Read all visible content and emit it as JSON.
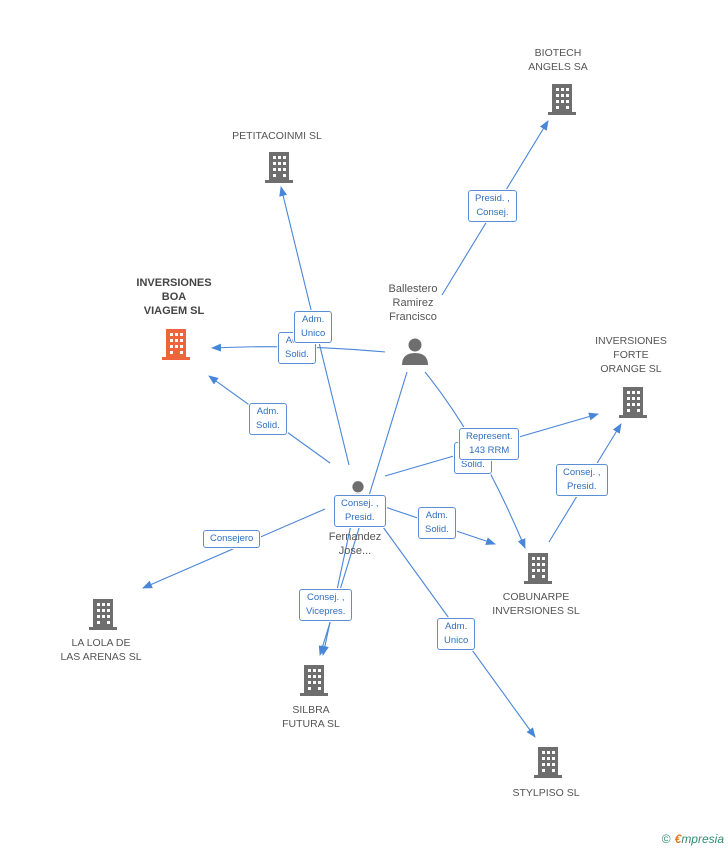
{
  "nodes": {
    "biotech": {
      "lines": [
        "BIOTECH",
        "ANGELS SA"
      ],
      "kind": "company"
    },
    "petitacoinmi": {
      "lines": [
        "PETITACOINMI SL"
      ],
      "kind": "company"
    },
    "boa_viagem": {
      "lines": [
        "INVERSIONES",
        "BOA",
        "VIAGEM SL"
      ],
      "kind": "company-highlight"
    },
    "forte_orange": {
      "lines": [
        "INVERSIONES",
        "FORTE",
        "ORANGE SL"
      ],
      "kind": "company"
    },
    "cobunarpe": {
      "lines": [
        "COBUNARPE",
        "INVERSIONES SL"
      ],
      "kind": "company"
    },
    "lola_arenas": {
      "lines": [
        "LA LOLA DE",
        "LAS ARENAS SL"
      ],
      "kind": "company"
    },
    "silbra": {
      "lines": [
        "SILBRA",
        "FUTURA SL"
      ],
      "kind": "company"
    },
    "stylpiso": {
      "lines": [
        "STYLPISO SL"
      ],
      "kind": "company"
    },
    "ballestero": {
      "lines": [
        "Ballestero",
        "Ramirez",
        "Francisco"
      ],
      "kind": "person"
    },
    "fernandez": {
      "lines": [
        "Fernandez",
        "Jose..."
      ],
      "kind": "person"
    }
  },
  "edge_labels": {
    "presid_consej": [
      "Presid. ,",
      "Consej."
    ],
    "adm_unico_1": [
      "Adm.",
      "Unico"
    ],
    "adm_solid_1": [
      "Adm.",
      "Solid."
    ],
    "adm_solid_2": [
      "Adm.",
      "Solid."
    ],
    "represent": [
      "Represent.",
      "143 RRM"
    ],
    "solid_back": [
      "Solid."
    ],
    "consej_presid_1": [
      "Consej. ,",
      "Presid."
    ],
    "consej_presid_2": [
      "Consej. ,",
      "Presid."
    ],
    "adm_solid_3": [
      "Adm.",
      "Solid."
    ],
    "consejero": [
      "Consejero"
    ],
    "consej_vicepres": [
      "Consej. ,",
      "Vicepres."
    ],
    "adm_unico_2": [
      "Adm.",
      "Unico"
    ]
  },
  "colors": {
    "edge": "#4a86d8",
    "company_icon": "#6e6e6e",
    "company_highlight": "#f0643c",
    "person_icon": "#6e6e6e"
  },
  "footer": {
    "copyright": "©",
    "brand_first": "€",
    "brand_rest": "mpresia"
  }
}
